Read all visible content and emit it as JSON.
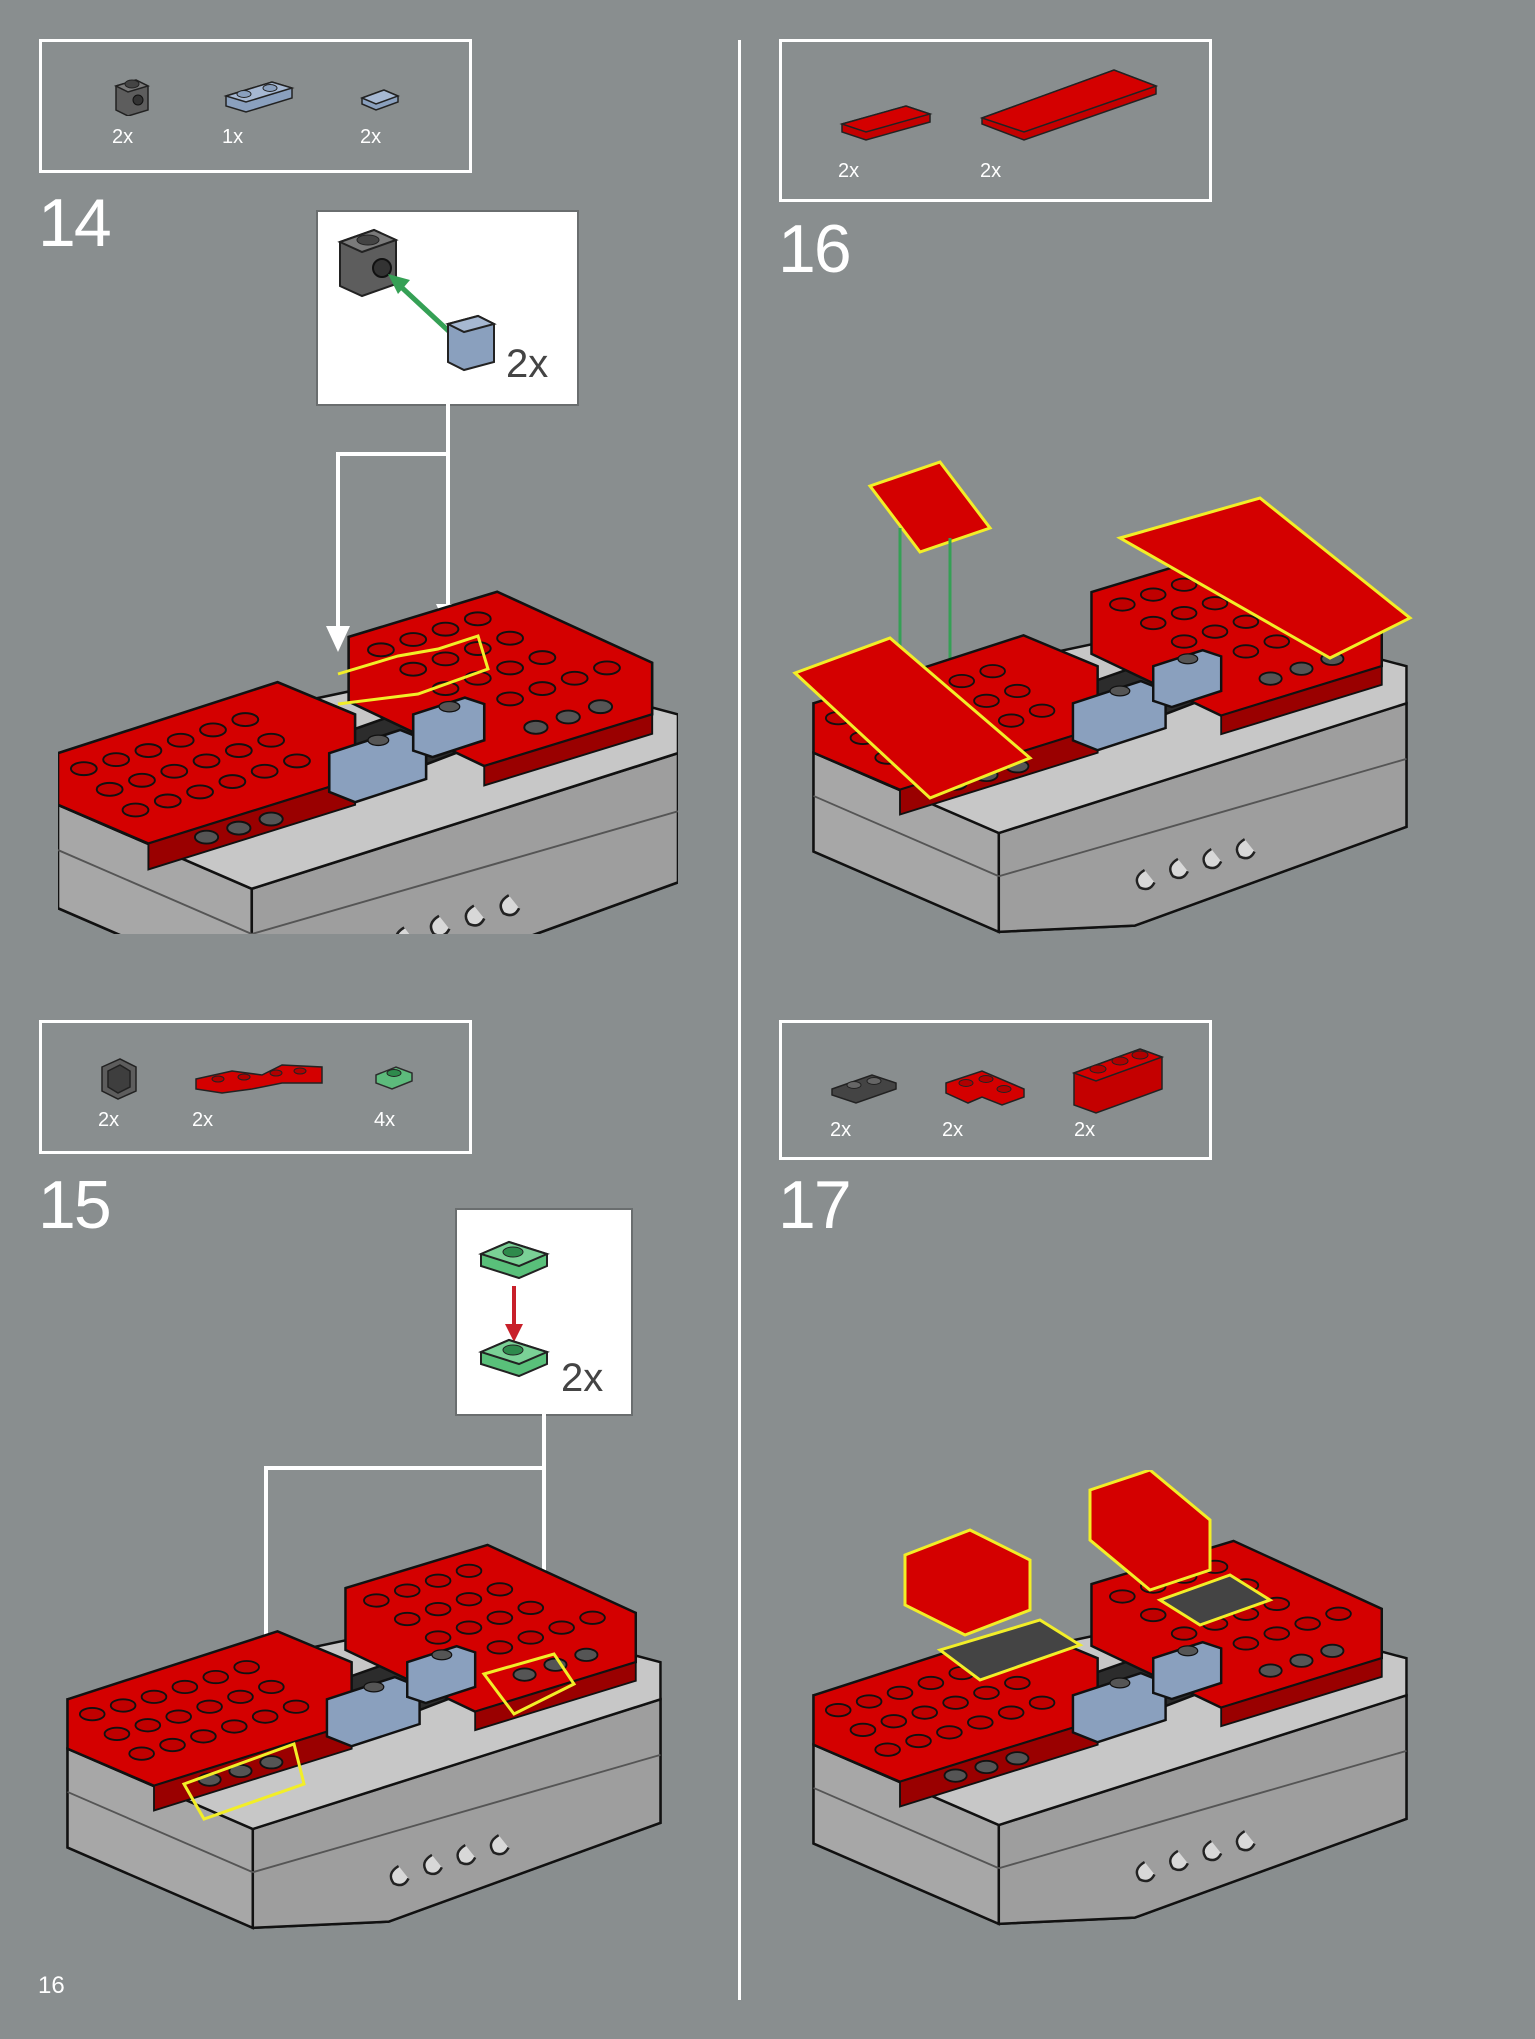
{
  "page_number": "16",
  "steps": [
    {
      "number": "14",
      "parts": [
        {
          "icon": "dark-gray-bracket-brick-icon",
          "qty": "2x"
        },
        {
          "icon": "blue-gray-jumper-plate-icon",
          "qty": "1x"
        },
        {
          "icon": "blue-gray-tile-icon",
          "qty": "2x"
        }
      ],
      "callout_qty": "2x"
    },
    {
      "number": "15",
      "parts": [
        {
          "icon": "dark-gray-corner-panel-icon",
          "qty": "2x"
        },
        {
          "icon": "red-wedge-plate-icon",
          "qty": "2x"
        },
        {
          "icon": "trans-green-plate-icon",
          "qty": "4x"
        }
      ],
      "callout_qty": "2x"
    },
    {
      "number": "16",
      "parts": [
        {
          "icon": "red-short-tile-icon",
          "qty": "2x"
        },
        {
          "icon": "red-long-tile-icon",
          "qty": "2x"
        }
      ]
    },
    {
      "number": "17",
      "parts": [
        {
          "icon": "dark-gray-plate-1x2-icon",
          "qty": "2x"
        },
        {
          "icon": "red-corner-plate-icon",
          "qty": "2x"
        },
        {
          "icon": "red-brick-1x3-icon",
          "qty": "2x"
        }
      ]
    }
  ],
  "colors": {
    "background": "#898e8f",
    "red": "#d40000",
    "highlight": "#f2ee28",
    "arrow_green": "#35a055",
    "arrow_red": "#c8202a"
  }
}
